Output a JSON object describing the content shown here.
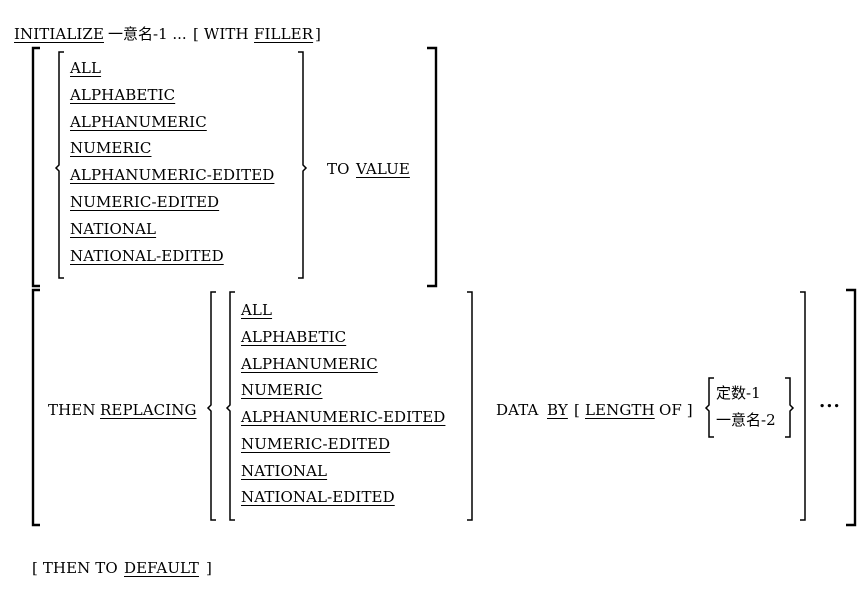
{
  "line1": {
    "verb": "INITIALIZE",
    "operand": "一意名-1 ...",
    "with_open": "[ WITH",
    "filler": "FILLER",
    "with_close": "]"
  },
  "to_value_group": {
    "categories": [
      "ALL",
      "ALPHABETIC",
      "ALPHANUMERIC",
      "NUMERIC",
      "ALPHANUMERIC-EDITED",
      "NUMERIC-EDITED",
      "NATIONAL",
      "NATIONAL-EDITED"
    ],
    "to": "TO",
    "value": "VALUE"
  },
  "replacing_group": {
    "then": "THEN",
    "replacing": "REPLACING",
    "categories": [
      "ALL",
      "ALPHABETIC",
      "ALPHANUMERIC",
      "NUMERIC",
      "ALPHANUMERIC-EDITED",
      "NUMERIC-EDITED",
      "NATIONAL",
      "NATIONAL-EDITED"
    ],
    "data": "DATA",
    "by": "BY",
    "length_open": "[",
    "length": "LENGTH",
    "of_close": "OF ]",
    "sources": [
      "定数-1",
      "一意名-2"
    ],
    "repeat": "..."
  },
  "default_clause": {
    "open": "[ THEN TO",
    "default": "DEFAULT",
    "close": "]"
  }
}
